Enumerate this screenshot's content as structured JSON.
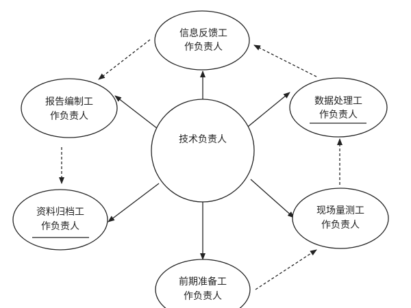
{
  "center": {
    "label": "技术负责人"
  },
  "nodes": {
    "info": {
      "line1": "信息反馈工",
      "line2": "作负责人"
    },
    "report": {
      "line1": "报告编制工",
      "line2": "作负责人"
    },
    "data": {
      "line1": "数据处理工",
      "line2": "作负责人"
    },
    "archive": {
      "line1": "资料归档工",
      "line2": "作负责人"
    },
    "survey": {
      "line1": "现场量测工",
      "line2": "作负责人"
    },
    "prep": {
      "line1": "前期准备工",
      "line2": "作负责人"
    }
  },
  "colors": {
    "stroke": "#222222",
    "background": "#ffffff"
  }
}
